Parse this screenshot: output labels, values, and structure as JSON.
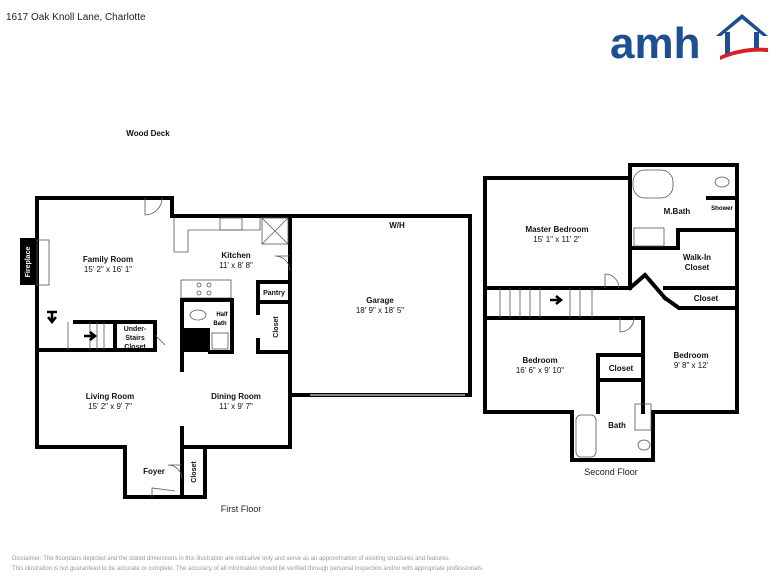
{
  "header": {
    "address": "1617 Oak Knoll Lane, Charlotte",
    "logo_text": "amh",
    "logo_colors": {
      "blue": "#1d4f91",
      "red": "#d71f26"
    }
  },
  "first_floor": {
    "label": "First Floor",
    "outdoor": "Wood Deck",
    "fireplace": "Fireplace",
    "rooms": {
      "family_room": {
        "name": "Family Room",
        "dims": "15' 2\" x 16' 1\""
      },
      "kitchen": {
        "name": "Kitchen",
        "dims": "11' x 8' 8\""
      },
      "living_room": {
        "name": "Living Room",
        "dims": "15' 2\" x 9' 7\""
      },
      "dining_room": {
        "name": "Dining Room",
        "dims": "11' x 9' 7\""
      },
      "garage": {
        "name": "Garage",
        "dims": "18' 9\" x 18' 5\""
      },
      "foyer": {
        "name": "Foyer"
      },
      "pantry": {
        "name": "Pantry"
      },
      "closet": {
        "name": "Closet"
      },
      "foyer_closet": {
        "name": "Closet"
      },
      "half_bath": {
        "name_1": "Half",
        "name_2": "Bath"
      },
      "under_stairs": {
        "line1": "Under-",
        "line2": "Stairs",
        "line3": "Closet"
      },
      "water_heater": "W/H"
    }
  },
  "second_floor": {
    "label": "Second Floor",
    "rooms": {
      "master_bedroom": {
        "name": "Master Bedroom",
        "dims": "15' 1\" x 11' 2\""
      },
      "master_bath": {
        "name": "M.Bath"
      },
      "shower": "Shower",
      "walk_in": {
        "line1": "Walk-In",
        "line2": "Closet"
      },
      "closet_right": {
        "name": "Closet"
      },
      "bedroom_left": {
        "name": "Bedroom",
        "dims": "16' 6\" x 9' 10\""
      },
      "bedroom_right": {
        "name": "Bedroom",
        "dims": "9' 8\" x 12'"
      },
      "closet_small": {
        "name": "Closet"
      },
      "bath": {
        "name": "Bath"
      }
    }
  },
  "disclaimer": {
    "line1": "Disclaimer: The floorplans depicted and the stated dimensions in this illustration are indicative only and serve as an approximation of existing structures and features.",
    "line2": "This illustration is not guaranteed to be accurate or complete. The accuracy of all information should be verified through personal inspection and/or with appropriate professionals."
  }
}
